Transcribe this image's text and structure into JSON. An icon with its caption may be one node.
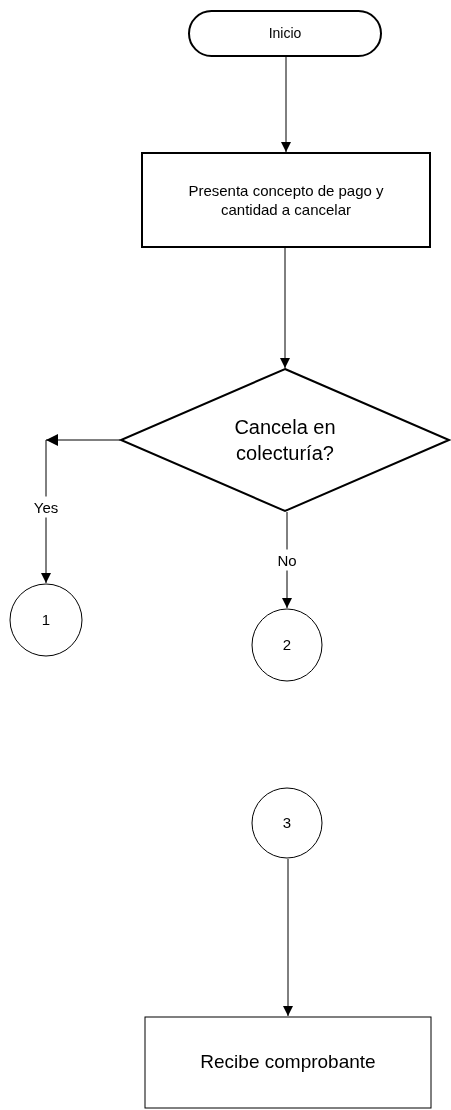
{
  "diagram": {
    "nodes": [
      {
        "text": [
          "Inicio"
        ]
      },
      {
        "text": [
          "Presenta concepto de pago y cantidad a cancelar"
        ]
      },
      {
        "text": [
          "Cancela en colecturía?"
        ]
      },
      {
        "text": [
          "1"
        ]
      },
      {
        "text": [
          "2"
        ]
      },
      {
        "text": [
          "3"
        ]
      },
      {
        "text": [
          "Recibe comprobante"
        ]
      }
    ],
    "edges": [
      {
        "from": 0,
        "to": 1,
        "arrow": "to"
      },
      {
        "from": 1,
        "to": 2,
        "arrow": "to"
      },
      {
        "from": 2,
        "to": 3,
        "arrow": "to",
        "label": "Yes"
      },
      {
        "from": 2,
        "to": 4,
        "arrow": "to",
        "label": "No"
      },
      {
        "from": 5,
        "to": 6,
        "arrow": "to"
      }
    ]
  }
}
